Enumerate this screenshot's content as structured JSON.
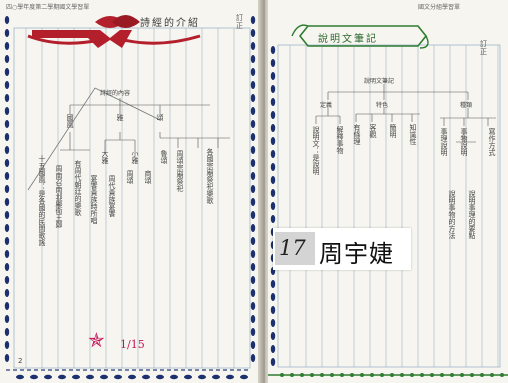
{
  "left_page": {
    "header": "四○學年度第二學期國文學習單",
    "title": "詩經的介紹",
    "correction_label": "訂\n正",
    "tree_root": "詩經的內容",
    "branches": [
      "國風",
      "雅",
      "頌"
    ],
    "sub_branches": [
      "大雅",
      "小雅"
    ],
    "columns": [
      "十五國風：是各國的民間歌謠",
      "周南召南邶鄘衛王鄭",
      "有周代朝廷的樂歌",
      "宴饗貴族時所唱",
      "周代貴族宴饗",
      "周頌",
      "商頌",
      "魯頌",
      "周頌宗廟祭祀",
      "各國宗廟祭祀樂歌"
    ],
    "signature": "1/15",
    "page_number": "2"
  },
  "right_page": {
    "header": "國文分組學習單",
    "title": "說明文筆記",
    "correction_label": "訂\n正",
    "tree_root": "說明文筆記",
    "branches": [
      "定義",
      "特色",
      "種類"
    ],
    "columns": [
      "說明文：是說明",
      "解釋事物",
      "有條理",
      "客觀",
      "簡明",
      "知識性",
      "事理說明",
      "事物說明",
      "說明事物的方法",
      "說明事理的要點",
      "寫作方式"
    ]
  },
  "name_card": {
    "number": "17",
    "name": "周宇婕"
  },
  "colors": {
    "ribbon": "#b3202c",
    "banner_green": "#2e7d32",
    "dots": "#1c2f6e",
    "grid": "#9fb6c9",
    "ink": "#333333",
    "stamp": "#c2185b"
  }
}
